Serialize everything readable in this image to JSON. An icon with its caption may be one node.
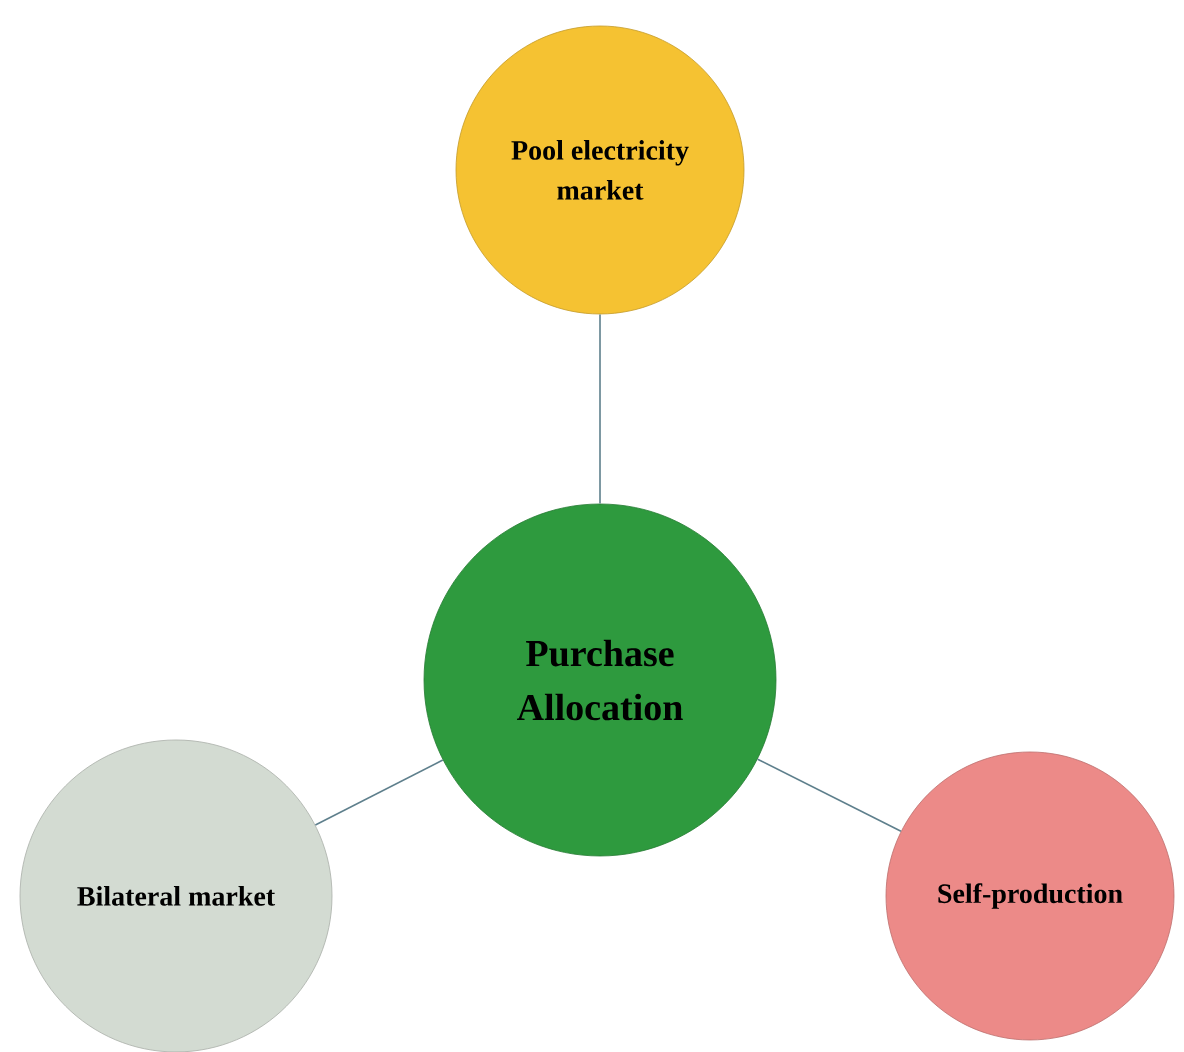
{
  "diagram": {
    "nodes": [
      {
        "text": [
          "Pool electricity market"
        ]
      },
      {
        "text": [
          "Purchase Allocation"
        ]
      },
      {
        "text": [
          "Bilateral market"
        ]
      },
      {
        "text": [
          "Self-production"
        ]
      }
    ],
    "edges": [
      {
        "from": 1,
        "to": 0,
        "arrow": "none"
      },
      {
        "from": 1,
        "to": 2,
        "arrow": "none"
      },
      {
        "from": 1,
        "to": 3,
        "arrow": "none"
      }
    ]
  }
}
